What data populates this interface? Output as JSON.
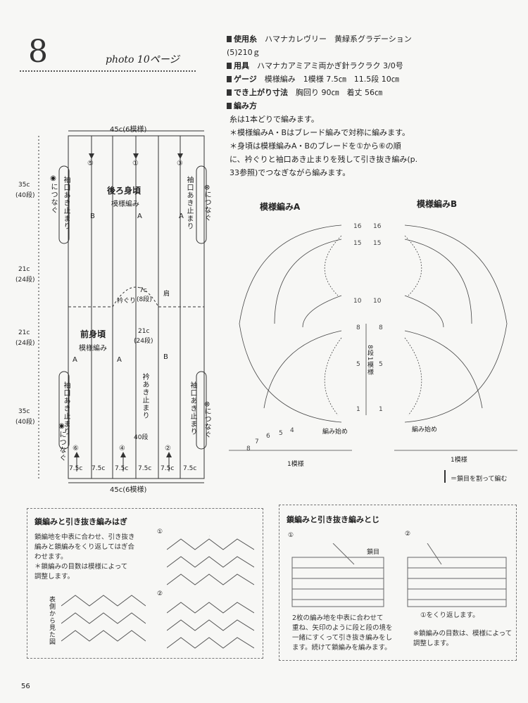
{
  "header": {
    "pattern_number": "8",
    "photo_ref": "photo 10ページ"
  },
  "materials": {
    "yarn_label": "使用糸",
    "yarn_value": "ハマナカレヴリー　黄緑系グラデーション",
    "yarn_value2": "(5)210ｇ",
    "tool_label": "用具",
    "tool_value": "ハマナカアミアミ両かぎ針ラクラク 3/0号",
    "gauge_label": "ゲージ",
    "gauge_value": "模様編み　1模様 7.5㎝　11.5段 10㎝",
    "size_label": "でき上がり寸法",
    "size_value": "胸回り 90㎝　着丈 56㎝",
    "method_label": "編み方",
    "method_lines": [
      "糸は1本どりで編みます。",
      "＊模様編みA・Bはブレード編みで対称に編みます。",
      "＊身頃は模様編みA・Bのブレードを①から⑥の順",
      "に、衿ぐりと袖口あき止まりを残して引き抜き編み(p.",
      "33参照)でつなぎながら編みます。"
    ]
  },
  "schematic": {
    "top_width": "45c(6模様)",
    "bottom_width": "45c(6模様)",
    "back_title": "後ろ身頃",
    "back_sub": "模様編み",
    "front_title": "前身頃",
    "front_sub": "模様編み",
    "dim_top": "35c",
    "dim_top_rows": "(40段)",
    "dim_mid1": "21c",
    "dim_mid1_rows": "(24段)",
    "dim_mid2": "21c",
    "dim_mid2_rows": "(24段)",
    "dim_bot": "35c",
    "dim_bot_rows": "(40段)",
    "neck_w": "7c",
    "neck_rows": "(8段)",
    "shoulder": "肩",
    "neckline": "衿ぐり",
    "inner_21": "21c",
    "inner_24": "(24段)",
    "neck_stop": "衿あき止まり",
    "rows_40": "40段",
    "sleeve_stop": "袖口あき止まり",
    "join_left": "◉につなぐ",
    "join_right": "⊗につなぐ",
    "col_top": [
      "⑤",
      "①",
      "③"
    ],
    "col_bottom": [
      "⑥",
      "④",
      "②"
    ],
    "letters_back": [
      "B",
      "A",
      "A"
    ],
    "letters_front": [
      "A",
      "A",
      "B"
    ],
    "bottom_marks": [
      "7.5c",
      "7.5c",
      "7.5c",
      "7.5c",
      "7.5c",
      "7.5c"
    ]
  },
  "charts": {
    "a_title": "模様編みA",
    "b_title": "模様編みB",
    "start": "編み始め",
    "repeat": "1模様",
    "row_labels": [
      "16",
      "15",
      "10",
      "8",
      "5",
      "1"
    ],
    "bottom_nums": [
      "8",
      "7",
      "6",
      "5",
      "4"
    ],
    "side_note": "8段1模様",
    "legend": "＝鎖目を割って編む"
  },
  "box1": {
    "title": "鎖編みと引き抜き編みはぎ",
    "text": [
      "鎖編地を中表に合わせ、引き抜き",
      "編みと鎖編みをくり返してはぎ合",
      "わせます。",
      "＊鎖編みの目数は模様によって",
      "調整します。"
    ],
    "vertical": "表側から見た図",
    "step1": "①",
    "step2": "②"
  },
  "box2": {
    "title": "鎖編みと引き抜き編みとじ",
    "step1": "①",
    "step2": "②",
    "kusari": "鎖目",
    "text": [
      "2枚の編み地を中表に合わせて",
      "重ね、矢印のように段と段の境を",
      "一緒にすくって引き抜き編みをし",
      "ます。続けて鎖編みを編みます。"
    ],
    "note1": "①をくり返します。",
    "note2": [
      "※鎖編みの目数は、模様によって",
      "調整します。"
    ]
  },
  "footer": {
    "page": "56"
  }
}
